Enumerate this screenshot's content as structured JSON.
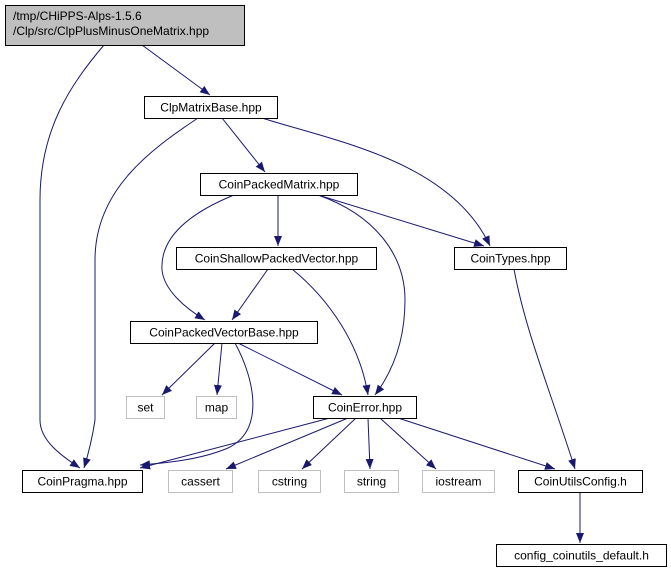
{
  "diagram": {
    "title": "",
    "colors": {
      "edge": "#191970",
      "node_border": "#000000",
      "root_fill": "#bfbfbf",
      "external_border": "#bfbfbf",
      "node_fill": "#ffffff"
    },
    "nodes": [
      {
        "id": "root",
        "lines": [
          "/tmp/CHiPPS-Alps-1.5.6",
          "/Clp/src/ClpPlusMinusOneMatrix.hpp"
        ],
        "kind": "root"
      },
      {
        "id": "clpmatrixbase",
        "lines": [
          "ClpMatrixBase.hpp"
        ],
        "kind": "local"
      },
      {
        "id": "coinpackedmatrix",
        "lines": [
          "CoinPackedMatrix.hpp"
        ],
        "kind": "local"
      },
      {
        "id": "coinshallowpackedvector",
        "lines": [
          "CoinShallowPackedVector.hpp"
        ],
        "kind": "local"
      },
      {
        "id": "cointypes",
        "lines": [
          "CoinTypes.hpp"
        ],
        "kind": "local"
      },
      {
        "id": "coinpackedvectorbase",
        "lines": [
          "CoinPackedVectorBase.hpp"
        ],
        "kind": "local"
      },
      {
        "id": "set",
        "lines": [
          "set"
        ],
        "kind": "external"
      },
      {
        "id": "map",
        "lines": [
          "map"
        ],
        "kind": "external"
      },
      {
        "id": "coinerror",
        "lines": [
          "CoinError.hpp"
        ],
        "kind": "local"
      },
      {
        "id": "coinpragma",
        "lines": [
          "CoinPragma.hpp"
        ],
        "kind": "local"
      },
      {
        "id": "cassert",
        "lines": [
          "cassert"
        ],
        "kind": "external"
      },
      {
        "id": "cstring",
        "lines": [
          "cstring"
        ],
        "kind": "external"
      },
      {
        "id": "string",
        "lines": [
          "string"
        ],
        "kind": "external"
      },
      {
        "id": "iostream",
        "lines": [
          "iostream"
        ],
        "kind": "external"
      },
      {
        "id": "coinutilsconfig",
        "lines": [
          "CoinUtilsConfig.h"
        ],
        "kind": "local"
      },
      {
        "id": "config_default",
        "lines": [
          "config_coinutils_default.h"
        ],
        "kind": "local"
      }
    ],
    "edges": [
      {
        "from": "root",
        "to": "clpmatrixbase"
      },
      {
        "from": "root",
        "to": "coinpragma"
      },
      {
        "from": "clpmatrixbase",
        "to": "coinpackedmatrix"
      },
      {
        "from": "clpmatrixbase",
        "to": "cointypes"
      },
      {
        "from": "clpmatrixbase",
        "to": "coinpragma"
      },
      {
        "from": "coinpackedmatrix",
        "to": "coinshallowpackedvector"
      },
      {
        "from": "coinpackedmatrix",
        "to": "cointypes"
      },
      {
        "from": "coinpackedmatrix",
        "to": "coinpackedvectorbase"
      },
      {
        "from": "coinpackedmatrix",
        "to": "coinerror"
      },
      {
        "from": "coinshallowpackedvector",
        "to": "coinpackedvectorbase"
      },
      {
        "from": "coinshallowpackedvector",
        "to": "coinerror"
      },
      {
        "from": "cointypes",
        "to": "coinutilsconfig"
      },
      {
        "from": "coinpackedvectorbase",
        "to": "set"
      },
      {
        "from": "coinpackedvectorbase",
        "to": "map"
      },
      {
        "from": "coinpackedvectorbase",
        "to": "coinerror"
      },
      {
        "from": "coinpackedvectorbase",
        "to": "coinpragma"
      },
      {
        "from": "coinerror",
        "to": "coinpragma"
      },
      {
        "from": "coinerror",
        "to": "cassert"
      },
      {
        "from": "coinerror",
        "to": "cstring"
      },
      {
        "from": "coinerror",
        "to": "string"
      },
      {
        "from": "coinerror",
        "to": "iostream"
      },
      {
        "from": "coinerror",
        "to": "coinutilsconfig"
      },
      {
        "from": "coinutilsconfig",
        "to": "config_default"
      }
    ]
  }
}
